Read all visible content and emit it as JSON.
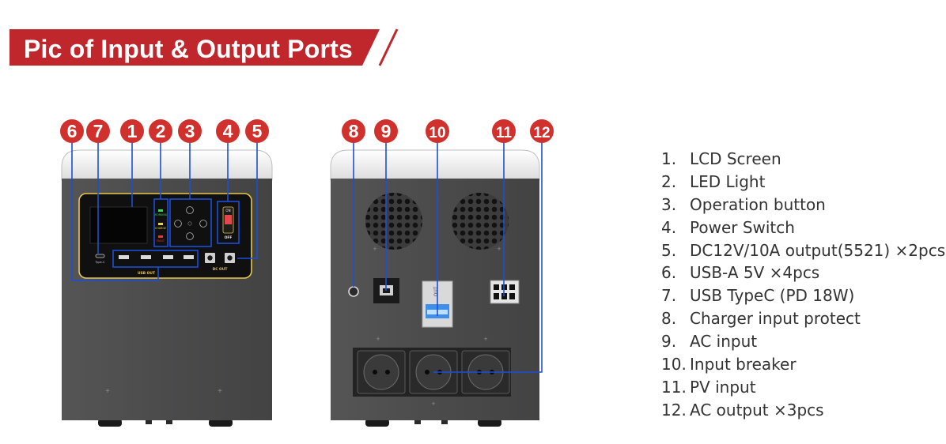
{
  "title": "Pic of Input & Output Ports",
  "colors": {
    "banner_red": "#c0272d",
    "callout_line": "#1c4fd6",
    "badge": "#d0312d",
    "body_gray": "#4f4f50",
    "panel_black": "#101010",
    "accent_yellow": "#e7c84b",
    "breaker_blue": "#3f8fe8"
  },
  "front_panel": {
    "status_labels": [
      "WORKING",
      "CHARGE",
      "FAULT"
    ],
    "type_c_label": "Type-C",
    "usb_out_label": "USB OUT",
    "dc_out_label": "DC OUT",
    "power_on_label": "ON",
    "power_off_label": "OFF"
  },
  "rear_panel": {
    "breaker_label": "OUT"
  },
  "callouts_front": [
    "6",
    "7",
    "1",
    "2",
    "3",
    "4",
    "5"
  ],
  "callouts_rear": [
    "8",
    "9",
    "10",
    "11",
    "12"
  ],
  "legend": [
    {
      "num": "1.",
      "text": "LCD Screen"
    },
    {
      "num": "2.",
      "text": "LED Light"
    },
    {
      "num": "3.",
      "text": "Operation button"
    },
    {
      "num": "4.",
      "text": "Power Switch"
    },
    {
      "num": "5.",
      "text": "DC12V/10A output(5521) ×2pcs"
    },
    {
      "num": "6.",
      "text": "USB-A 5V ×4pcs"
    },
    {
      "num": "7.",
      "text": "USB TypeC (PD 18W)"
    },
    {
      "num": "8.",
      "text": "Charger input protect"
    },
    {
      "num": "9.",
      "text": "AC input"
    },
    {
      "num": "10.",
      "text": "Input breaker"
    },
    {
      "num": "11.",
      "text": "PV input"
    },
    {
      "num": "12.",
      "text": "AC output ×3pcs"
    }
  ]
}
